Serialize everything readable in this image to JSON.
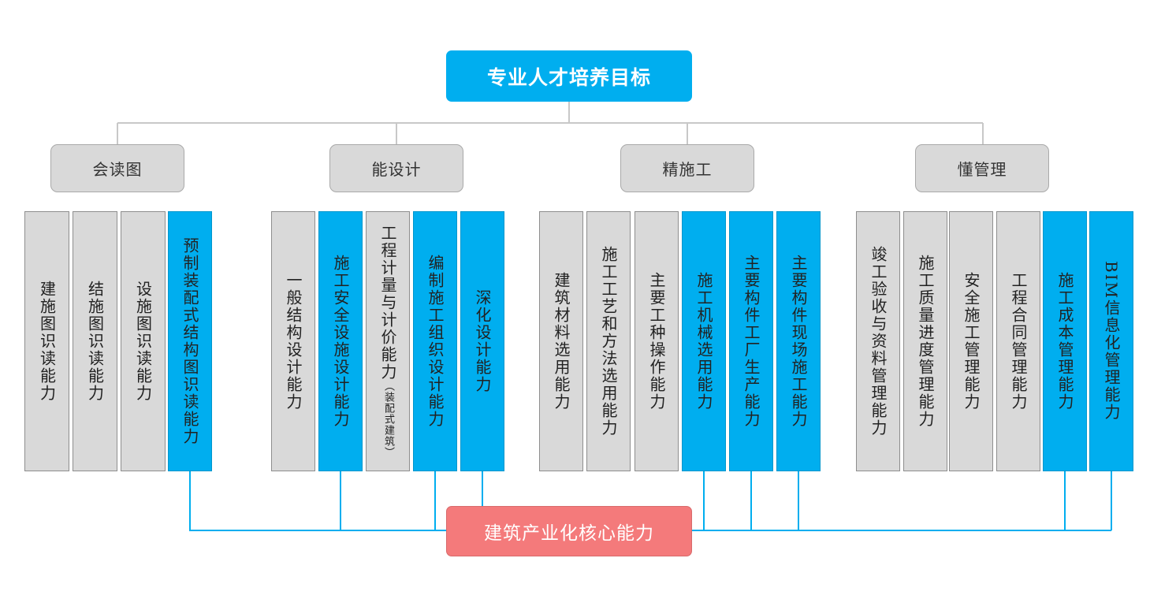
{
  "root": {
    "label": "专业人才培养目标"
  },
  "core": {
    "label": "建筑产业化核心能力"
  },
  "categories": [
    {
      "label": "会读图",
      "skills": [
        {
          "label": "建施图识读能力",
          "highlight": false
        },
        {
          "label": "结施图识读能力",
          "highlight": false
        },
        {
          "label": "设施图识读能力",
          "highlight": false
        },
        {
          "label": "预制装配式结构图识读能力",
          "highlight": true
        }
      ]
    },
    {
      "label": "能设计",
      "skills": [
        {
          "label": "一般结构设计能力",
          "highlight": false
        },
        {
          "label": "施工安全设施设计能力",
          "highlight": true
        },
        {
          "label": "工程计量与计价能力",
          "note": "（装配式建筑）",
          "highlight": false
        },
        {
          "label": "编制施工组织设计能力",
          "highlight": true
        },
        {
          "label": "深化设计能力",
          "highlight": true
        }
      ]
    },
    {
      "label": "精施工",
      "skills": [
        {
          "label": "建筑材料选用能力",
          "highlight": false
        },
        {
          "label": "施工工艺和方法选用能力",
          "highlight": false
        },
        {
          "label": "主要工种操作能力",
          "highlight": false
        },
        {
          "label": "施工机械选用能力",
          "highlight": true
        },
        {
          "label": "主要构件工厂生产能力",
          "highlight": true
        },
        {
          "label": "主要构件现场施工能力",
          "highlight": true
        }
      ]
    },
    {
      "label": "懂管理",
      "skills": [
        {
          "label": "竣工验收与资料管理能力",
          "highlight": false
        },
        {
          "label": "施工质量进度管理能力",
          "highlight": false
        },
        {
          "label": "安全施工管理能力",
          "highlight": false
        },
        {
          "label": "工程合同管理能力",
          "highlight": false
        },
        {
          "label": "施工成本管理能力",
          "highlight": true
        },
        {
          "label": "BIM信息化管理能力",
          "highlight": true
        }
      ]
    }
  ],
  "colors": {
    "highlight": "#00aeef",
    "neutral": "#d9d9d9",
    "core": "#f47a7b",
    "tree_line": "#c8c8c8",
    "core_line": "#00aeef"
  }
}
